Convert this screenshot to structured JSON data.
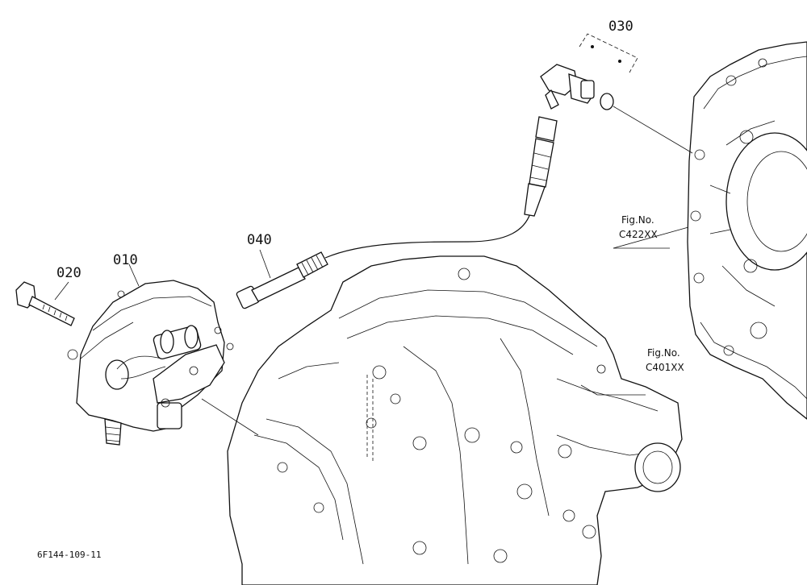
{
  "callouts": {
    "p010": "010",
    "p020": "020",
    "p030": "030",
    "p040": "040"
  },
  "references": {
    "fig1_line1": "Fig.No.",
    "fig1_line2": "C422XX",
    "fig2_line1": "Fig.No.",
    "fig2_line2": "C401XX"
  },
  "drawing_code": "6F144-109-11"
}
